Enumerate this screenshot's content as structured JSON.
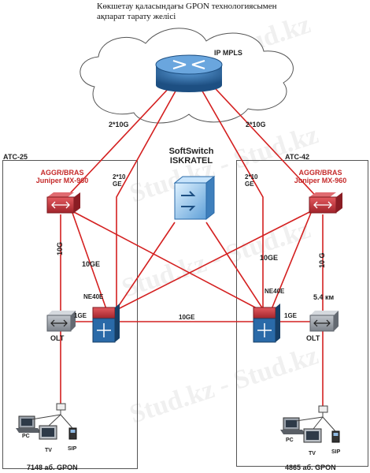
{
  "title": "Көкшетау қаласындағы GPON технологиясымен\nақпарат тарату желісі",
  "watermark": "Stud.kz - Stud.kz",
  "cloud_label": "IP MPLS",
  "links": {
    "left_uplink": "2*10G",
    "right_uplink": "2*10G",
    "left_aggr_ge": "2*10\nGE",
    "right_aggr_ge": "2*10\nGE",
    "left_vertical": "10G",
    "left_ne_aggr": "10GE",
    "right_ne_aggr": "10GE",
    "right_vertical": "10 G",
    "ne_to_ne": "10GE",
    "left_olt_ne": "1GE",
    "right_olt_ne": "1GE",
    "distance": "5.4 км"
  },
  "softswitch": {
    "line1": "SoftSwitch",
    "line2": "ISKRATEL"
  },
  "left_site": {
    "name": "АТС-25",
    "aggr": "AGGR/BRAS",
    "aggr_model": "Juniper MX-960",
    "ne": "NE40E",
    "olt": "OLT",
    "pc": "PC",
    "tv": "TV",
    "sip": "SIP",
    "subscribers": "7148 аб. GPON"
  },
  "right_site": {
    "name": "АТС-42",
    "aggr": "AGGR/BRAS",
    "aggr_model": "Juniper MX-960",
    "ne": "NE40E",
    "olt": "OLT",
    "pc": "PC",
    "tv": "TV",
    "sip": "SIP",
    "subscribers": "4865 аб. GPON"
  },
  "colors": {
    "link": "#d42020",
    "router_blue": "#2a6aa8",
    "aggr_red": "#c2333a",
    "olt_gray": "#8e949c"
  }
}
